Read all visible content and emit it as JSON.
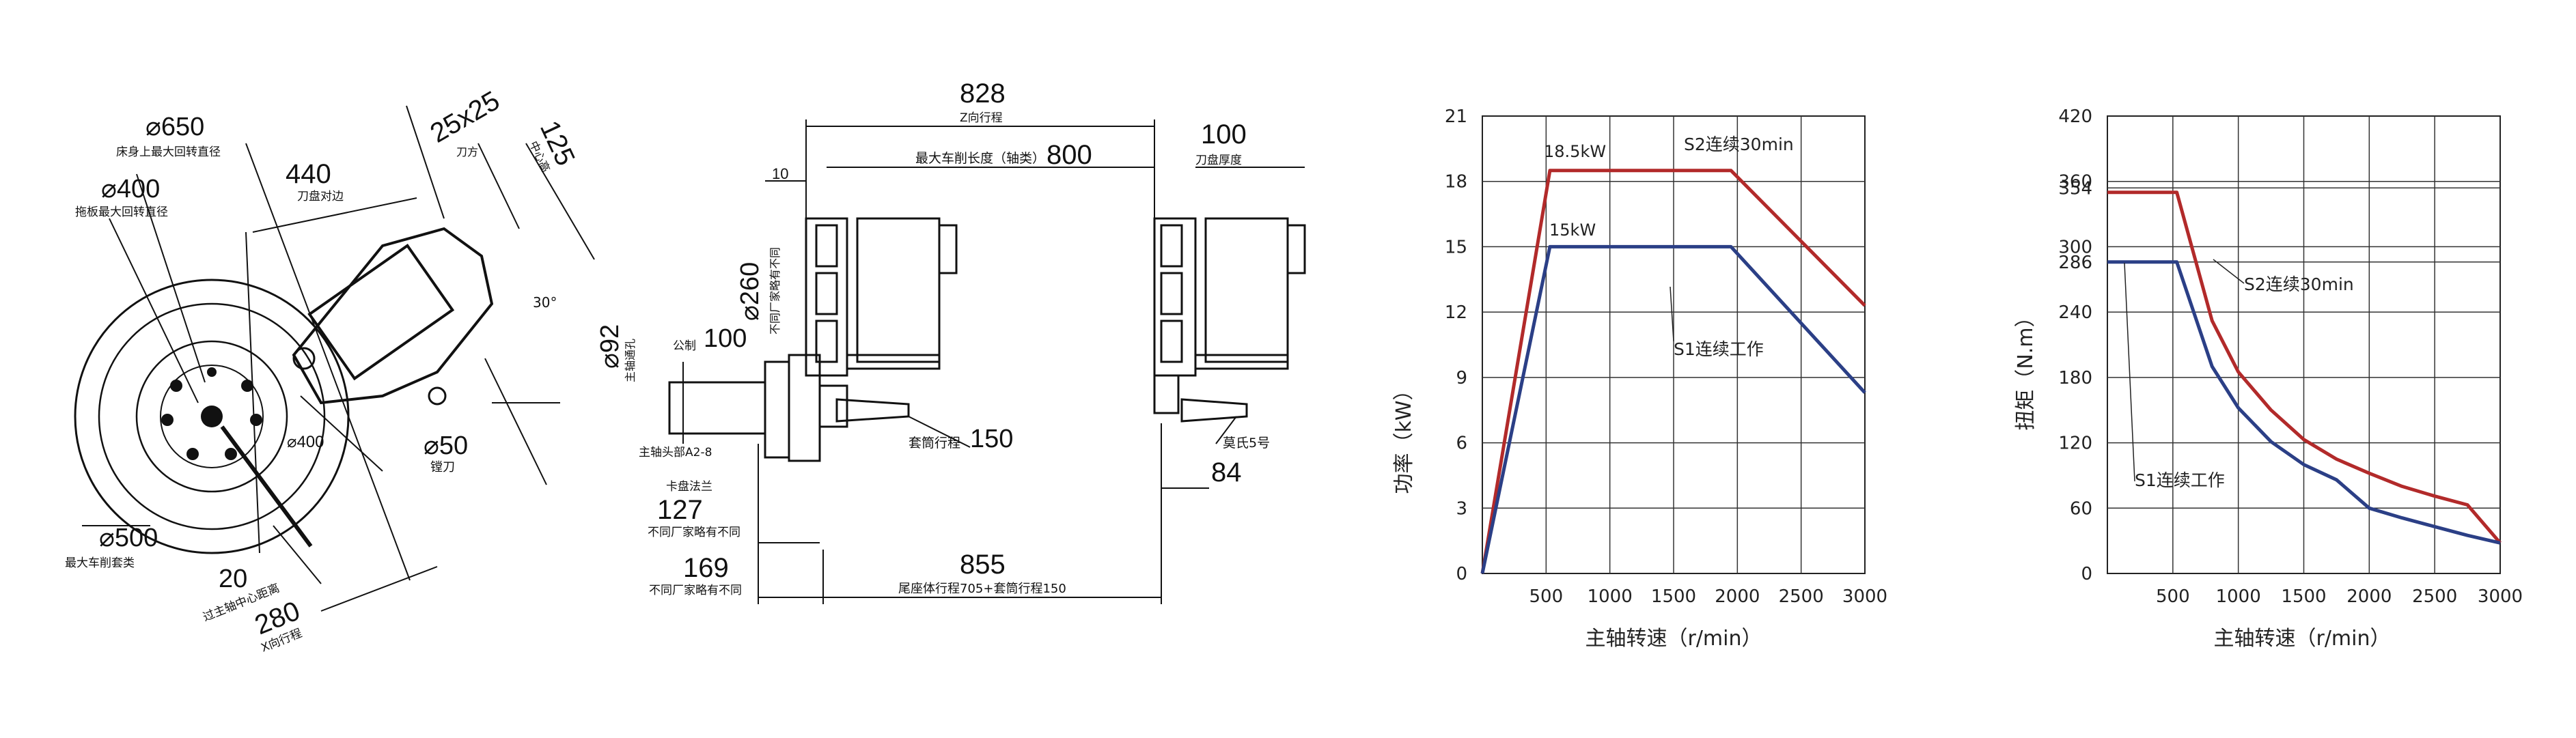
{
  "drawing_left": {
    "d650": "⌀650",
    "d650_note": "床身上最大回转直径",
    "d400": "⌀400",
    "d400_note": "拖板最大回转直径",
    "d440": "440",
    "d440_note": "刀盘对边",
    "d25x25": "25x25",
    "d25x25_note": "刀方",
    "d125": "125",
    "d125_note": "中心高",
    "ang30": "30°",
    "d400_inner": "⌀400",
    "d50": "⌀50",
    "d50_note": "镗刀",
    "d500": "⌀500",
    "d500_note": "最大车削套类",
    "d20": "20",
    "d20_note": "过主轴中心距离",
    "d280": "280",
    "d280_note": "X向行程"
  },
  "drawing_mid": {
    "d828": "828",
    "d828_note": "Z向行程",
    "d800": "800",
    "d800_note": "最大车削长度（轴类）",
    "d100r": "100",
    "d100r_note": "刀盘厚度",
    "d10": "10",
    "d260": "⌀260",
    "d260_note": "不同厂家略有不同",
    "d92": "⌀92",
    "d92_note": "主轴通孔",
    "d100l": "100",
    "d100l_note": "公制",
    "spindle_note": "主轴头部A2-8",
    "d150": "150",
    "d150_note": "套筒行程",
    "morse_note": "莫氏5号",
    "d84": "84",
    "chuck_note": "卡盘法兰",
    "d127": "127",
    "d127_note": "不同厂家略有不同",
    "d169": "169",
    "d169_note": "不同厂家略有不同",
    "d855": "855",
    "d855_note": "尾座体行程705+套筒行程150"
  },
  "chart_data": [
    {
      "type": "line",
      "title": "",
      "xlabel": "主轴转速（r/min）",
      "ylabel": "功率（kW）",
      "x_ticks": [
        "500",
        "1000",
        "1500",
        "2000",
        "2500",
        "3000"
      ],
      "y_ticks": [
        "0",
        "3",
        "6",
        "9",
        "12",
        "15",
        "18",
        "21"
      ],
      "xlim": [
        0,
        3000
      ],
      "ylim": [
        0,
        21
      ],
      "grid": true,
      "series": [
        {
          "name": "S2连续30min",
          "color": "#b22a2a",
          "x": [
            0,
            530,
            1950,
            3000
          ],
          "y": [
            0,
            18.5,
            18.5,
            12.3
          ]
        },
        {
          "name": "S1连续工作",
          "color": "#2b3f86",
          "x": [
            0,
            530,
            1950,
            3000
          ],
          "y": [
            0,
            15,
            15,
            8.3
          ]
        }
      ],
      "annotations": [
        {
          "text": "18.5kW",
          "x": 560,
          "y": 19.3
        },
        {
          "text": "15kW",
          "x": 560,
          "y": 15.8
        }
      ]
    },
    {
      "type": "line",
      "title": "",
      "xlabel": "主轴转速（r/min）",
      "ylabel": "扭矩（N.m）",
      "x_ticks": [
        "500",
        "1000",
        "1500",
        "2000",
        "2500",
        "3000"
      ],
      "y_ticks": [
        "0",
        "60",
        "120",
        "180",
        "240",
        "286",
        "300",
        "354",
        "360",
        "420"
      ],
      "xlim": [
        0,
        3000
      ],
      "ylim": [
        0,
        420
      ],
      "grid": true,
      "series": [
        {
          "name": "S2连续30min",
          "color": "#b22a2a",
          "x": [
            0,
            530,
            800,
            1000,
            1250,
            1500,
            1750,
            2000,
            2250,
            2500,
            2750,
            3000
          ],
          "y": [
            350,
            350,
            232,
            185,
            150,
            123,
            105,
            92,
            80,
            71,
            63,
            28
          ]
        },
        {
          "name": "S1连续工作",
          "color": "#2b3f86",
          "x": [
            0,
            530,
            800,
            1000,
            1250,
            1500,
            1750,
            2000,
            2250,
            2500,
            2750,
            3000
          ],
          "y": [
            286,
            286,
            190,
            152,
            121,
            100,
            86,
            60,
            51,
            43,
            35,
            28
          ]
        }
      ]
    }
  ]
}
